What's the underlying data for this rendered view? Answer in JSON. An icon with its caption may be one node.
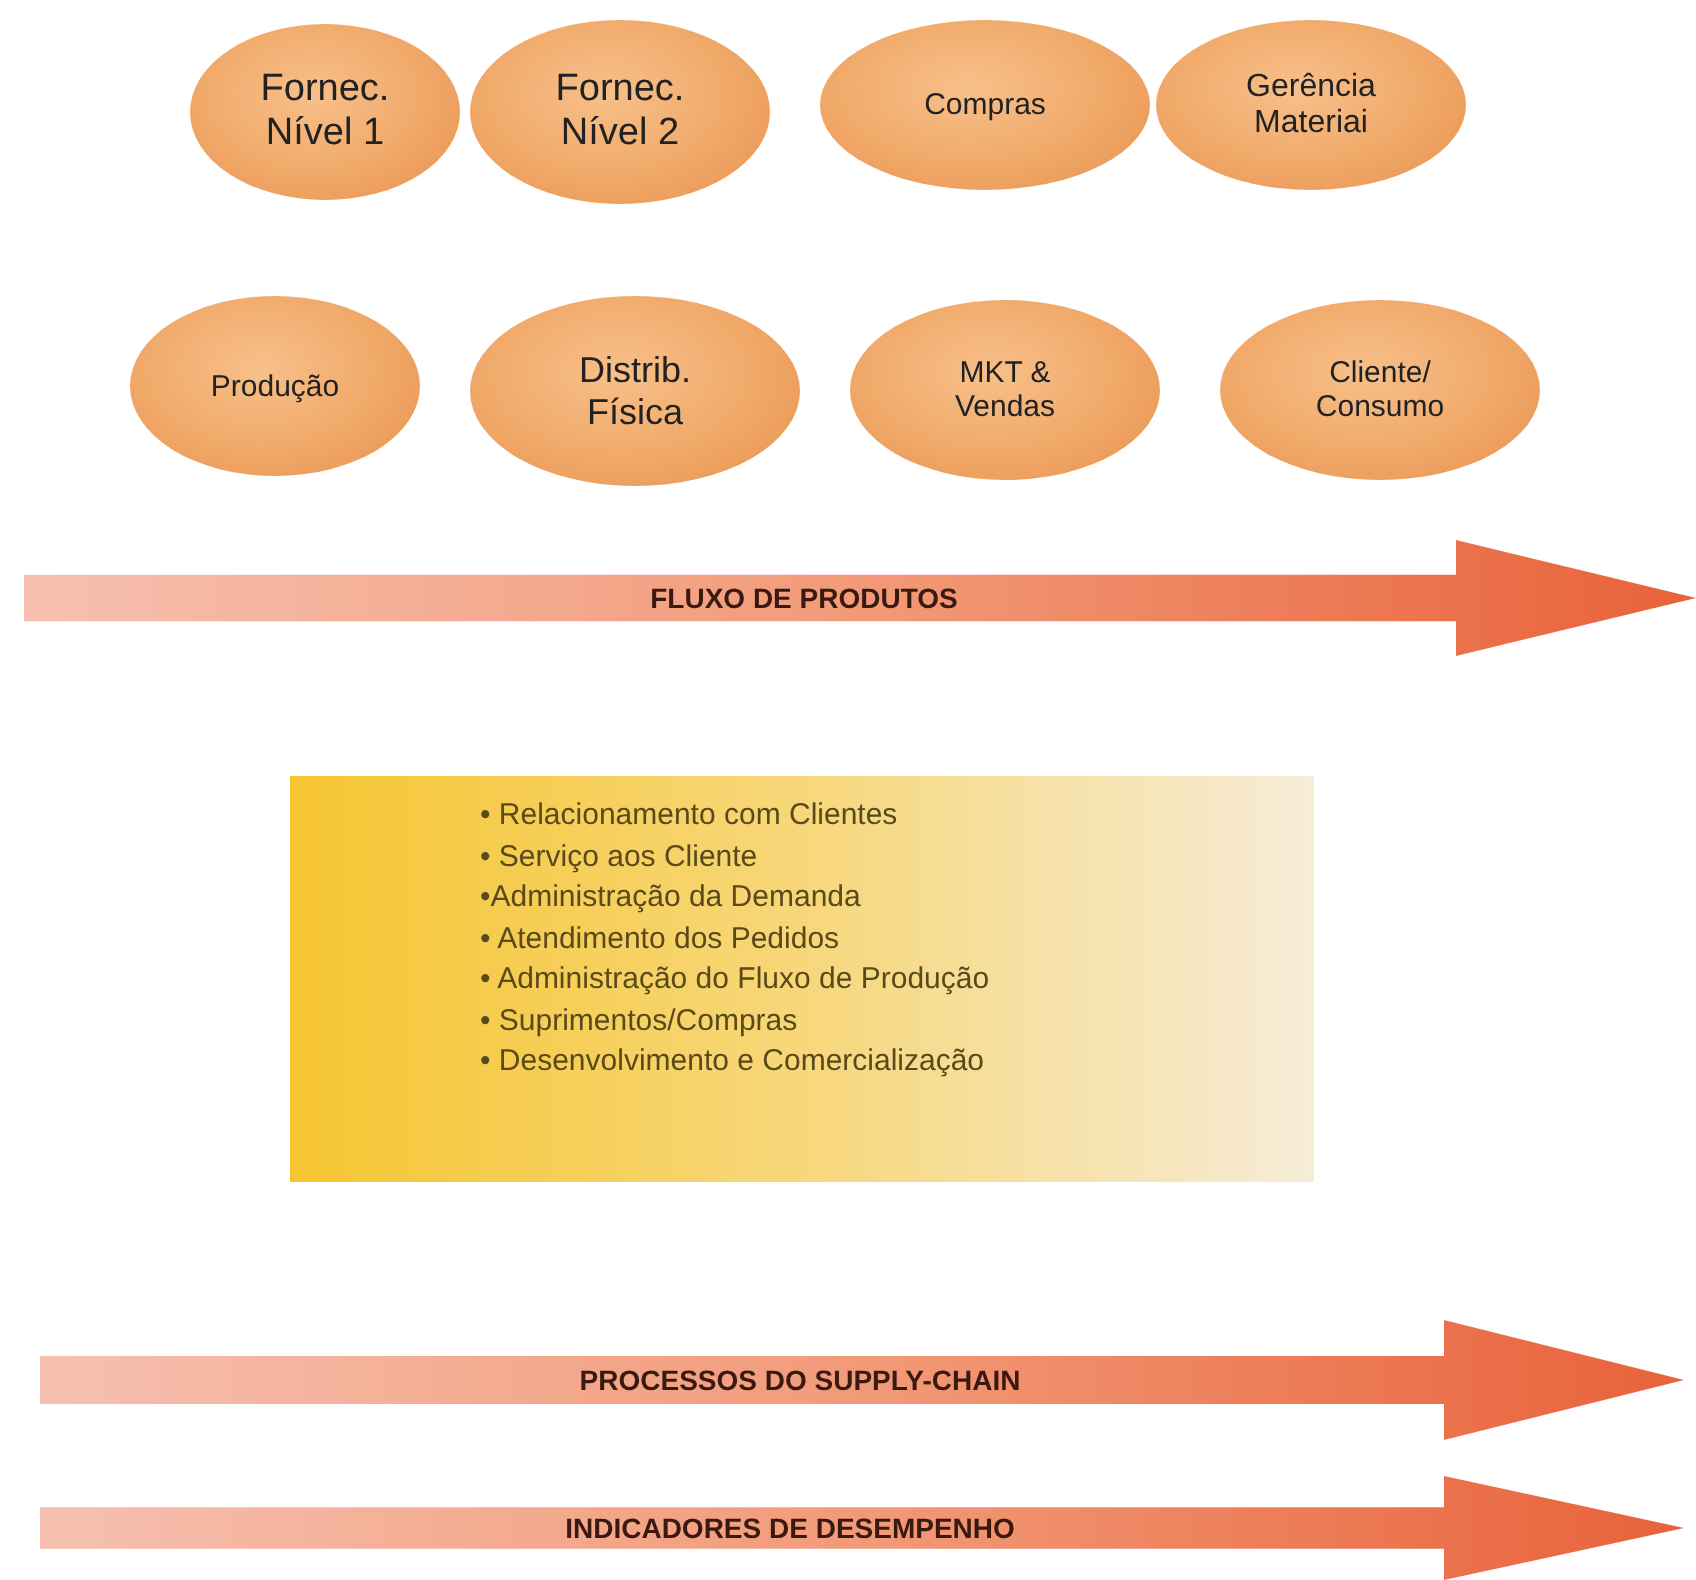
{
  "diagram": {
    "nodes": [
      {
        "text": [
          "Fornec. Nível 1"
        ]
      },
      {
        "text": [
          "Fornec. Nível 2"
        ]
      },
      {
        "text": [
          "Compras"
        ]
      },
      {
        "text": [
          "Gerência Materiai"
        ]
      },
      {
        "text": [
          "Produção"
        ]
      },
      {
        "text": [
          "Distrib. Física"
        ]
      },
      {
        "text": [
          "MKT & Vendas"
        ]
      },
      {
        "text": [
          "Cliente/ Consumo"
        ]
      },
      {
        "text": [
          "FLUXO DE PRODUTOS"
        ]
      },
      {
        "text": [
          "• Relacionamento com Clientes",
          "• Serviço aos Cliente",
          "•Administração da Demanda",
          "• Atendimento dos Pedidos",
          "• Administração do Fluxo de Produção",
          "• Suprimentos/Compras",
          "• Desenvolvimento e Comercialização"
        ]
      },
      {
        "text": [
          "PROCESSOS DO SUPPLY-CHAIN"
        ]
      },
      {
        "text": [
          "INDICADORES DE DESEMPENHO"
        ]
      }
    ]
  }
}
